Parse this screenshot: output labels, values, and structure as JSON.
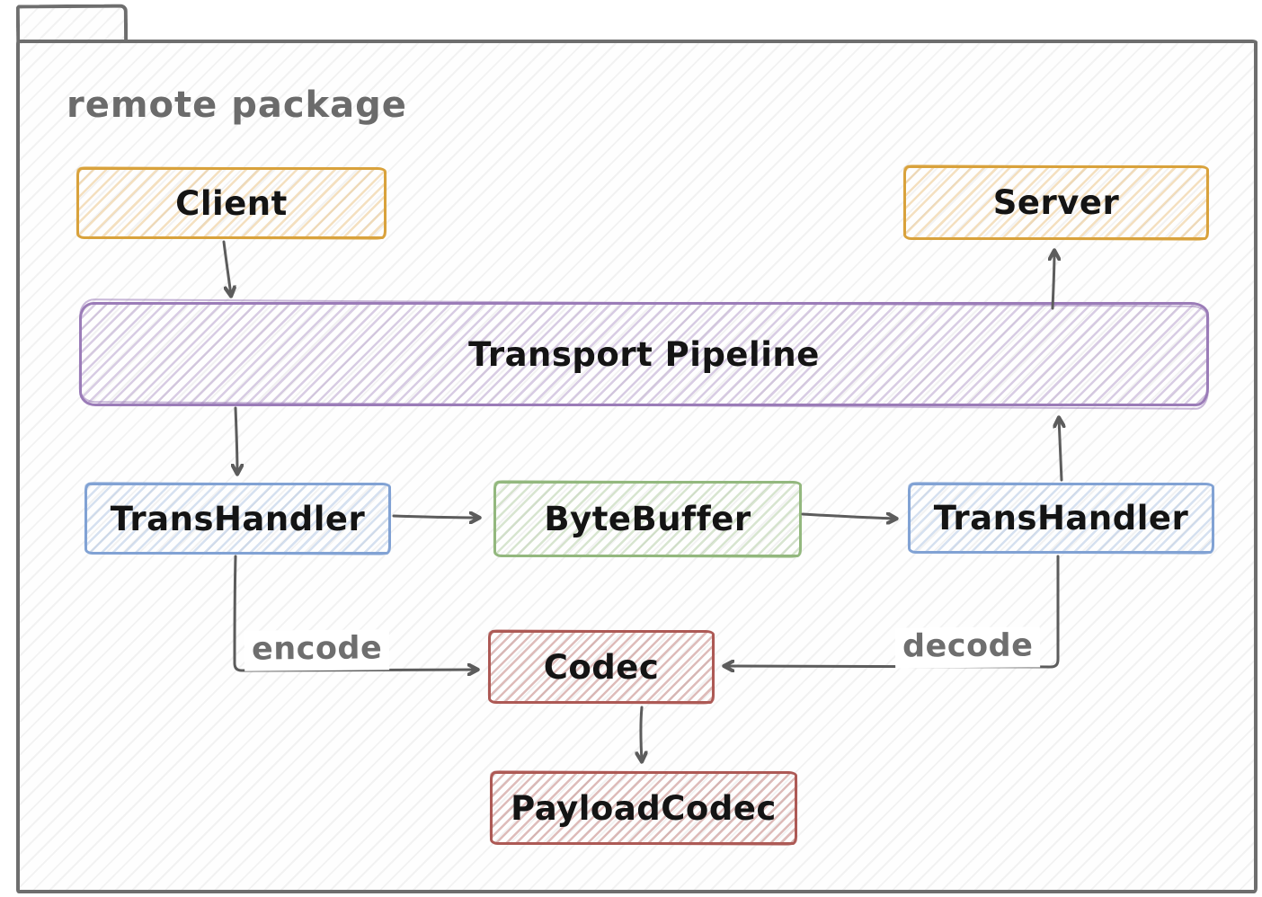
{
  "package": {
    "title": "remote package"
  },
  "nodes": {
    "client": {
      "label": "Client",
      "color": "#d9a23c"
    },
    "server": {
      "label": "Server",
      "color": "#d9a23c"
    },
    "transport_pipeline": {
      "label": "Transport Pipeline",
      "color": "#9b7cb8"
    },
    "trans_handler_left": {
      "label": "TransHandler",
      "color": "#82a3d4"
    },
    "byte_buffer": {
      "label": "ByteBuffer",
      "color": "#93b87e"
    },
    "trans_handler_right": {
      "label": "TransHandler",
      "color": "#82a3d4"
    },
    "codec": {
      "label": "Codec",
      "color": "#ad5a55"
    },
    "payload_codec": {
      "label": "PayloadCodec",
      "color": "#ad5a55"
    }
  },
  "edge_labels": {
    "encode": "encode",
    "decode": "decode"
  },
  "edges": [
    {
      "from": "Client",
      "to": "Transport Pipeline",
      "label": ""
    },
    {
      "from": "Transport Pipeline",
      "to": "Server",
      "label": ""
    },
    {
      "from": "Transport Pipeline",
      "to": "TransHandler (left)",
      "label": ""
    },
    {
      "from": "TransHandler (left)",
      "to": "ByteBuffer",
      "label": ""
    },
    {
      "from": "ByteBuffer",
      "to": "TransHandler (right)",
      "label": ""
    },
    {
      "from": "TransHandler (right)",
      "to": "Transport Pipeline",
      "label": ""
    },
    {
      "from": "TransHandler (left)",
      "to": "Codec",
      "label": "encode"
    },
    {
      "from": "TransHandler (right)",
      "to": "Codec",
      "label": "decode"
    },
    {
      "from": "Codec",
      "to": "PayloadCodec",
      "label": ""
    }
  ],
  "colors": {
    "frame": "#6e6e6e",
    "arrow": "#5c5c5c",
    "title_text": "#6b6b6b",
    "edge_label_text": "#6e6e6e",
    "node_text": "#141414"
  }
}
